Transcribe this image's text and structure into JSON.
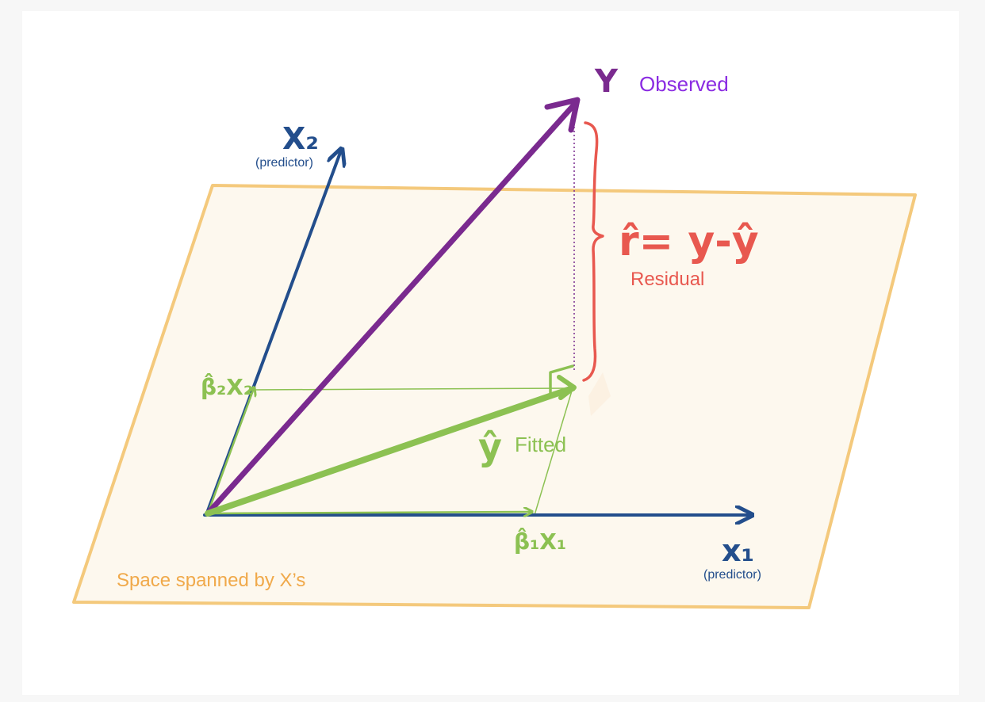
{
  "colors": {
    "plane_fill": "#fdf8ee",
    "plane_stroke": "#f4c97c",
    "predictor": "#234e8c",
    "observed": "#7a2a8f",
    "fitted": "#8cc152",
    "residual": "#e8584f",
    "plane_label": "#f0a94a"
  },
  "labels": {
    "y_symbol": "Y",
    "observed": "Observed",
    "x2_symbol": "X₂",
    "x2_caption": "(predictor)",
    "x1_symbol": "x₁",
    "x1_caption": "(predictor)",
    "residual_formula": "r̂= y-ŷ",
    "residual": "Residual",
    "fitted_symbol": "ŷ",
    "fitted": "Fitted",
    "beta2x2": "β̂₂X₂",
    "beta1x1": "β̂₁X₁",
    "plane": "Space spanned by X’s"
  }
}
